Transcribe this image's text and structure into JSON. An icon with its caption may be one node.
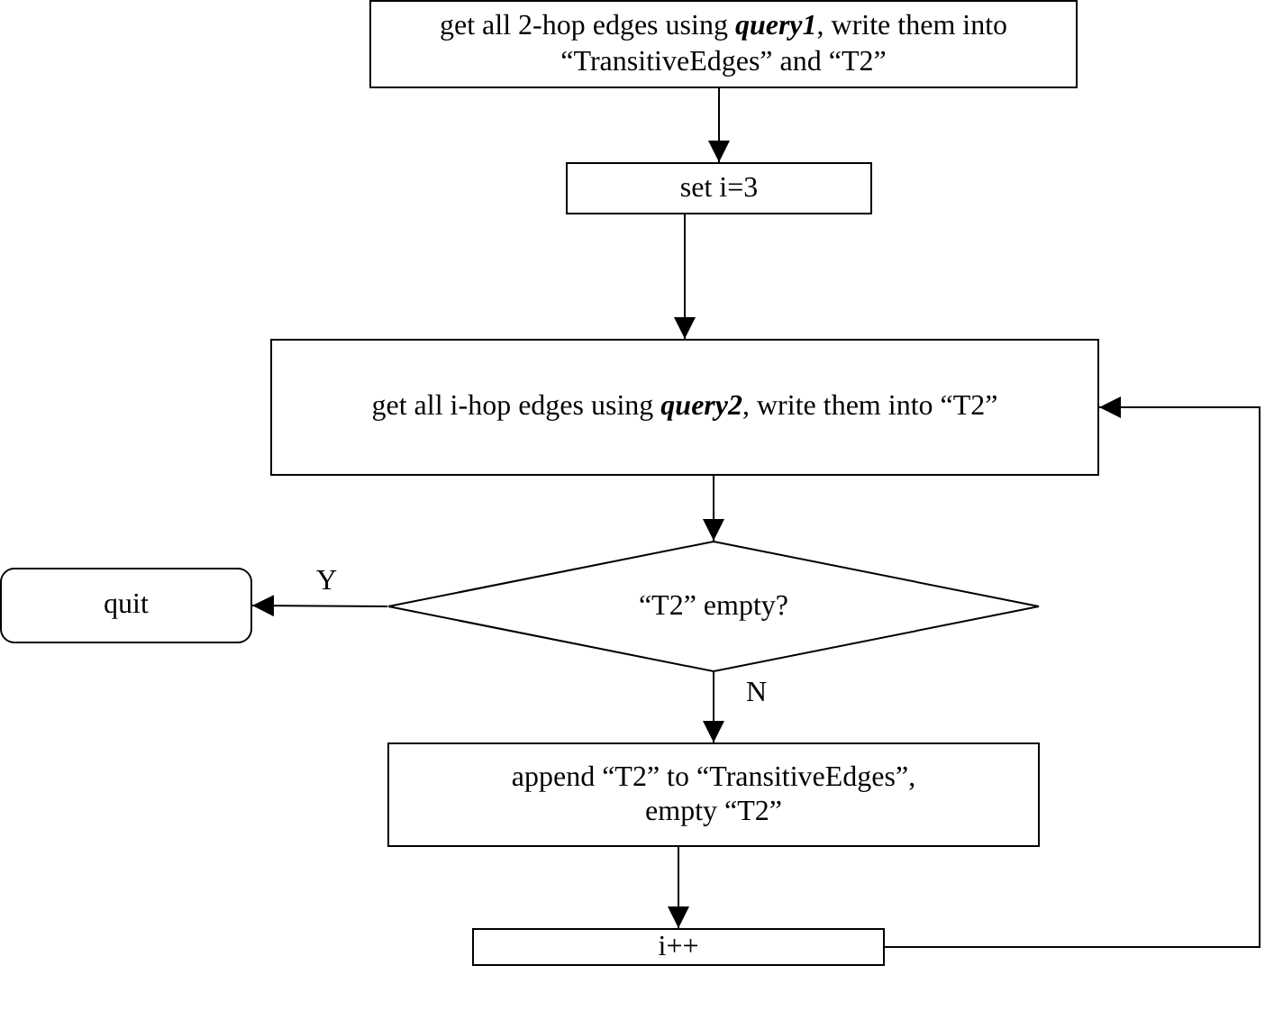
{
  "diagram": {
    "nodes": [
      {
        "text": [
          "get all 2-hop edges using **query1**, write them into “TransitiveEdges” and “T2”"
        ]
      },
      {
        "text": [
          "set i=3"
        ]
      },
      {
        "text": [
          "get all i-hop edges using **query2**, write them into “T2”"
        ]
      },
      {
        "text": [
          "“T2” empty?"
        ]
      },
      {
        "text": [
          "quit"
        ]
      },
      {
        "text": [
          "append “T2” to “TransitiveEdges”, empty “T2”"
        ]
      },
      {
        "text": [
          "i++"
        ]
      }
    ],
    "edges": [
      {
        "from": 0,
        "to": 1,
        "arrow": "to"
      },
      {
        "from": 1,
        "to": 2,
        "arrow": "to"
      },
      {
        "from": 2,
        "to": 3,
        "arrow": "to"
      },
      {
        "from": 3,
        "to": 4,
        "arrow": "to",
        "label": "Y"
      },
      {
        "from": 3,
        "to": 5,
        "arrow": "to",
        "label": "N"
      },
      {
        "from": 5,
        "to": 6,
        "arrow": "to"
      },
      {
        "from": 6,
        "to": 2,
        "arrow": "to"
      }
    ]
  }
}
